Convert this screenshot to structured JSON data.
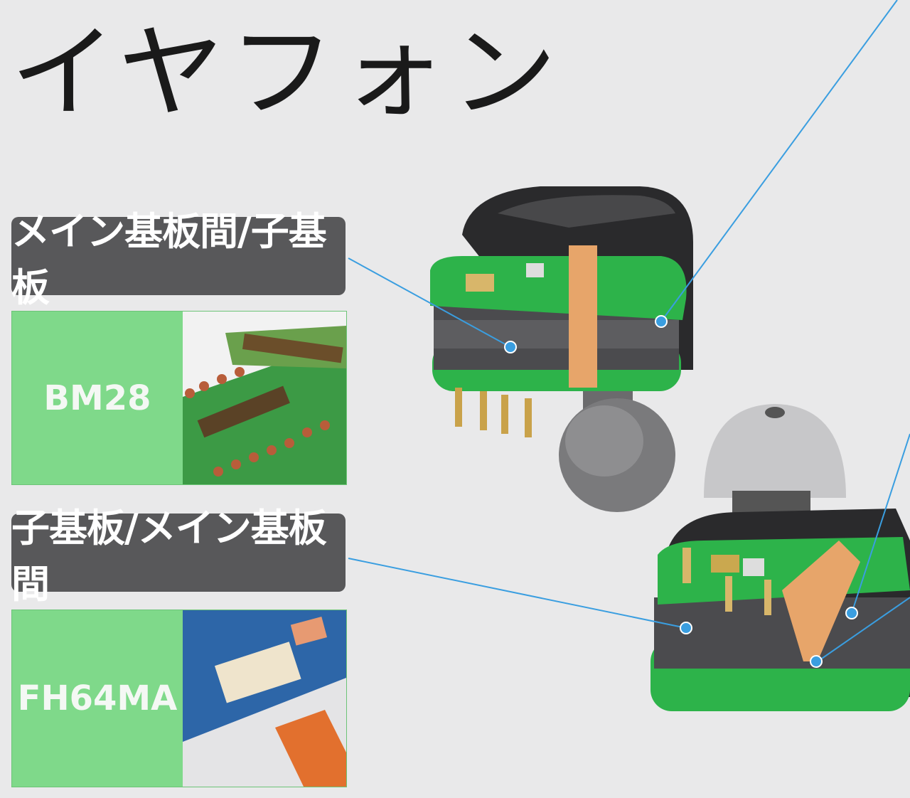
{
  "title": "イヤフォン",
  "sections": [
    {
      "label": "メイン基板間/子基板",
      "product": "BM28"
    },
    {
      "label": "子基板/メイン基板間",
      "product": "FH64MA"
    }
  ],
  "colors": {
    "label_bg": "#58585a",
    "panel_green": "#7fd98a",
    "callout_line": "#3a9ee0",
    "pcb_green": "#2db34a"
  }
}
